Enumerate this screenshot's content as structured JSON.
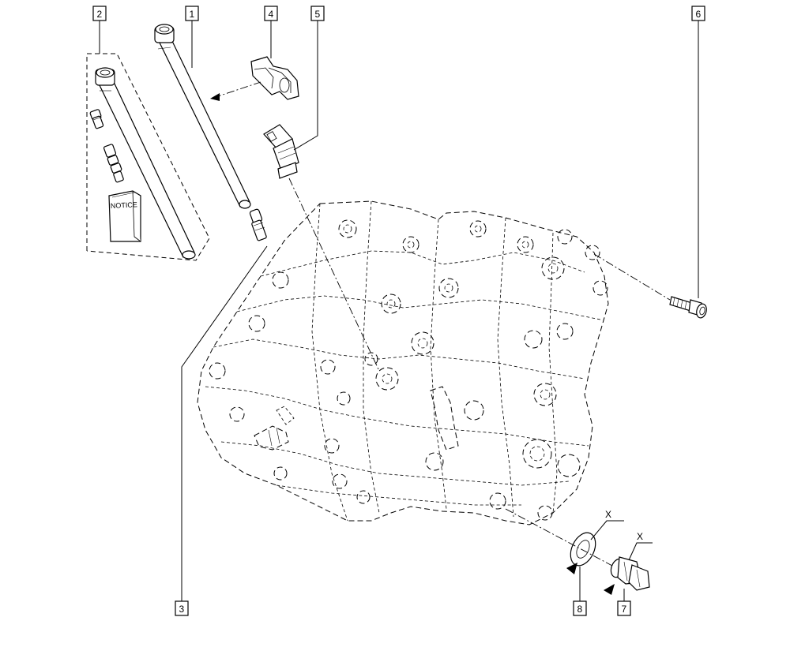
{
  "callouts": {
    "c1": "1",
    "c2": "2",
    "c3": "3",
    "c4": "4",
    "c5": "5",
    "c6": "6",
    "c7": "7",
    "c8": "8"
  },
  "notice_label": "NOTICE",
  "replace_mark_8": "X",
  "replace_mark_7": "X"
}
